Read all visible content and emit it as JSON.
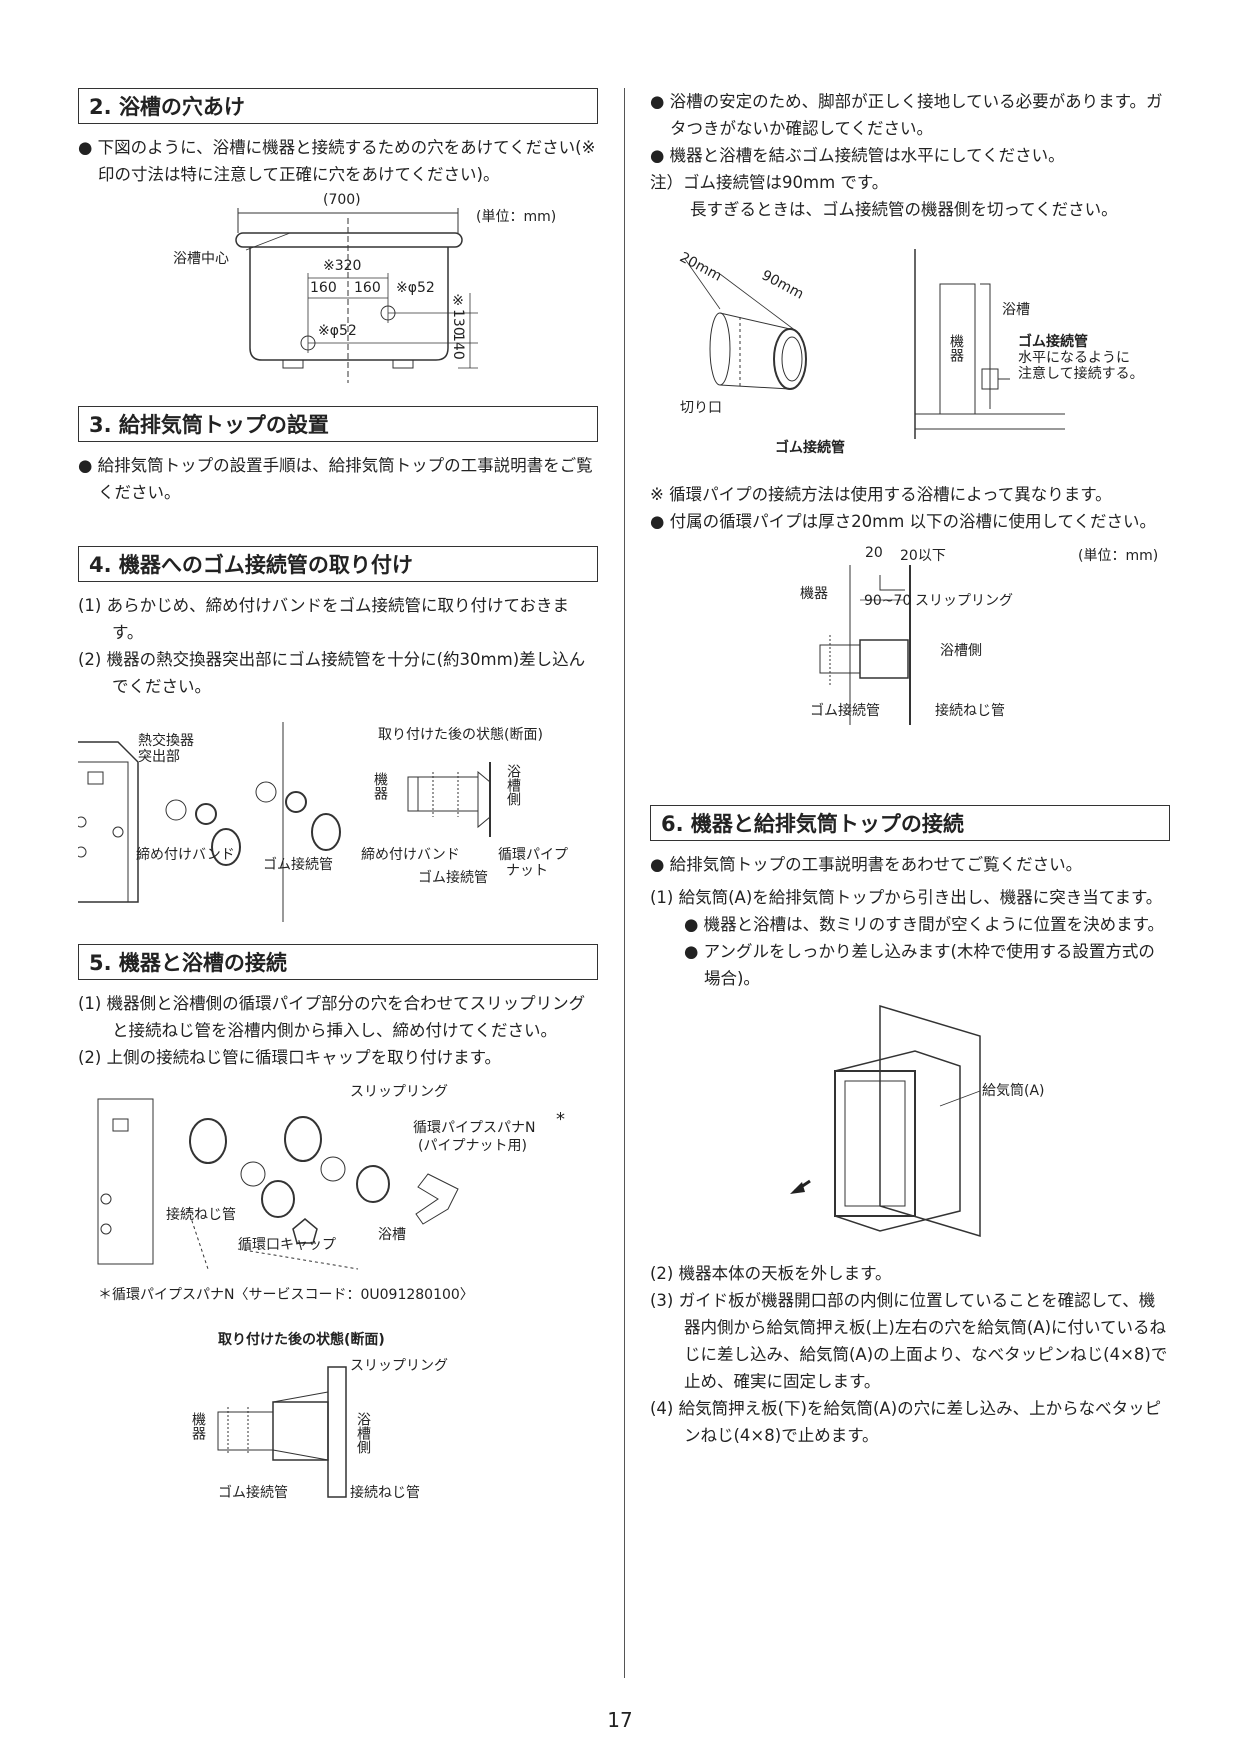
{
  "page_number": "17",
  "sec2": {
    "title": "2. 浴槽の穴あけ",
    "bullet": "● 下図のように、浴槽に機器と接続するための穴をあけてください(※印の寸法は特に注意して正確に穴をあけてください)。",
    "fig": {
      "unit": "(単位：mm)",
      "w700": "(700)",
      "center": "浴槽中心",
      "d320": "※320",
      "d160a": "160",
      "d160b": "160",
      "phi52a": "※φ52",
      "phi52b": "※φ52",
      "d130": "※130",
      "d140": "140"
    }
  },
  "sec3": {
    "title": "3. 給排気筒トップの設置",
    "bullet": "● 給排気筒トップの設置手順は、給排気筒トップの工事説明書をご覧ください。"
  },
  "sec4": {
    "title": "4. 機器へのゴム接続管の取り付け",
    "items": [
      "(1) あらかじめ、締め付けバンドをゴム接続管に取り付けておきます。",
      "(2) 機器の熱交換器突出部にゴム接続管を十分に(約30mm)差し込んでください。"
    ],
    "fig": {
      "hx": "熱交換器",
      "hx2": "突出部",
      "band": "締め付けバンド",
      "rubber": "ゴム接続管",
      "after": "取り付けた後の状態(断面)",
      "kiki": "機器",
      "yokuso": "浴槽側",
      "band2": "締め付けバンド",
      "rubber2": "ゴム接続管",
      "nut": "循環パイプ",
      "nut2": "ナット"
    }
  },
  "sec5": {
    "title": "5. 機器と浴槽の接続",
    "items": [
      "(1) 機器側と浴槽側の循環パイプ部分の穴を合わせてスリップリングと接続ねじ管を浴槽内側から挿入し、締め付けてください。",
      "(2) 上側の接続ねじ管に循環口キャップを取り付けます。"
    ],
    "fig": {
      "slip": "スリップリング",
      "spanner": "循環パイプスパナN",
      "spanner2": "(パイプナット用)",
      "star": "*",
      "screw": "接続ねじ管",
      "cap": "循環口キャップ",
      "tub": "浴槽"
    },
    "footnote": "＊循環パイプスパナN〈サービスコード：0U091280100〉",
    "after_title": "取り付けた後の状態(断面)",
    "after": {
      "slip": "スリップリング",
      "kiki": "機器",
      "yokuso": "浴槽側",
      "rubber": "ゴム接続管",
      "screw": "接続ねじ管"
    }
  },
  "right_top": {
    "bullets": [
      "● 浴槽の安定のため、脚部が正しく接地している必要があります。ガタつきがないか確認してください。",
      "● 機器と浴槽を結ぶゴム接続管は水平にしてください。"
    ],
    "note1": "注）ゴム接続管は90mm です。",
    "note2": "長すぎるときは、ゴム接続管の機器側を切ってください。",
    "fig": {
      "d20": "20mm",
      "d90": "90mm",
      "cut": "切り口",
      "rubber": "ゴム接続管",
      "kiki": "機器",
      "yokuso": "浴槽",
      "rubber2": "ゴム接続管",
      "level1": "水平になるように",
      "level2": "注意して接続する。"
    },
    "note3": "※ 循環パイプの接続方法は使用する浴槽によって異なります。",
    "bullet3": "● 付属の循環パイプは厚さ20mm 以下の浴槽に使用してください。",
    "fig2": {
      "d20": "20",
      "d20max": "20以下",
      "unit": "(単位：mm)",
      "kiki": "機器",
      "range": "90~70",
      "slip": "スリップリング",
      "yokuso": "浴槽側",
      "rubber": "ゴム接続管",
      "screw": "接続ねじ管"
    }
  },
  "sec6": {
    "title": "6. 機器と給排気筒トップの接続",
    "bullet": "● 給排気筒トップの工事説明書をあわせてご覧ください。",
    "item1": "(1) 給気筒(A)を給排気筒トップから引き出し、機器に突き当てます。",
    "subs": [
      "● 機器と浴槽は、数ミリのすき間が空くように位置を決めます。",
      "● アングルをしっかり差し込みます(木枠で使用する設置方式の場合)。"
    ],
    "fig_label": "給気筒(A)",
    "items": [
      "(2) 機器本体の天板を外します。",
      "(3) ガイド板が機器開口部の内側に位置していることを確認して、機器内側から給気筒押え板(上)左右の穴を給気筒(A)に付いているねじに差し込み、給気筒(A)の上面より、なべタッピンねじ(4×8)で止め、確実に固定します。",
      "(4) 給気筒押え板(下)を給気筒(A)の穴に差し込み、上からなべタッピンねじ(4×8)で止めます。"
    ]
  }
}
